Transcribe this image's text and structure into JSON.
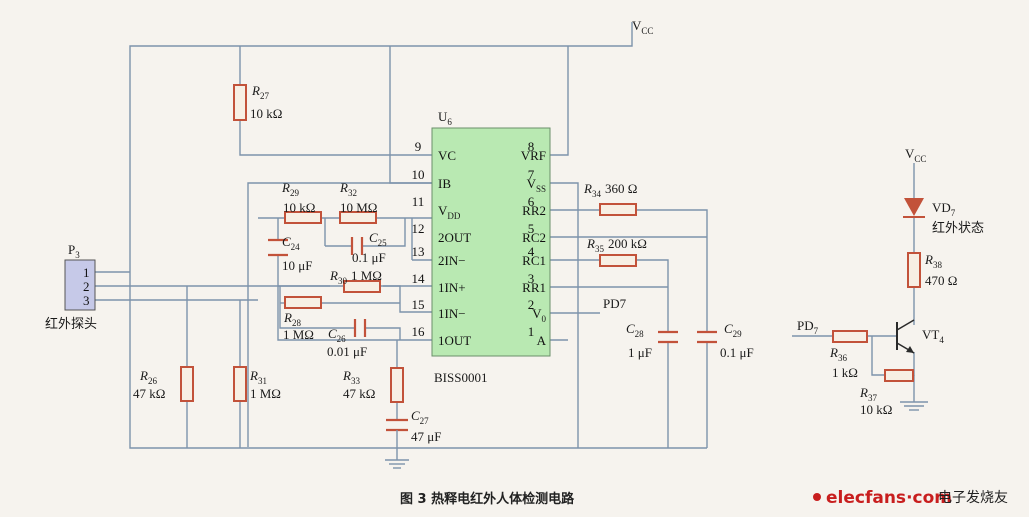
{
  "figure_caption": "图 3   热释电红外人体检测电路",
  "watermark": {
    "brand": "elecfans",
    "dot": "·",
    "com": "com",
    "chinese": "电子发烧友"
  },
  "power": {
    "vcc_main": "V",
    "vcc_sub": "CC",
    "vcc_right": "V",
    "vcc_right_sub": "CC"
  },
  "ic": {
    "designator": "U",
    "designator_sub": "6",
    "part": "BISS0001",
    "left_pins": [
      {
        "num": "9",
        "name": "VC",
        "sub": ""
      },
      {
        "num": "10",
        "name": "IB",
        "sub": ""
      },
      {
        "num": "11",
        "name": "V",
        "sub": "DD"
      },
      {
        "num": "12",
        "name": "2OUT",
        "sub": ""
      },
      {
        "num": "13",
        "name": "2IN−",
        "sub": ""
      },
      {
        "num": "14",
        "name": "1IN+",
        "sub": ""
      },
      {
        "num": "15",
        "name": "1IN−",
        "sub": ""
      },
      {
        "num": "16",
        "name": "1OUT",
        "sub": ""
      }
    ],
    "right_pins": [
      {
        "num": "8",
        "name": "VRF",
        "sub": ""
      },
      {
        "num": "7",
        "name": "V",
        "sub": "SS"
      },
      {
        "num": "6",
        "name": "RR2",
        "sub": ""
      },
      {
        "num": "5",
        "name": "RC2",
        "sub": ""
      },
      {
        "num": "4",
        "name": "RC1",
        "sub": ""
      },
      {
        "num": "3",
        "name": "RR1",
        "sub": ""
      },
      {
        "num": "2",
        "name": "V",
        "sub": "0"
      },
      {
        "num": "1",
        "name": "A",
        "sub": ""
      }
    ]
  },
  "probe": {
    "designator": "P",
    "designator_sub": "3",
    "pins": [
      "1",
      "2",
      "3"
    ],
    "label": "红外探头"
  },
  "components": {
    "R27": {
      "d": "R",
      "sub": "27",
      "val": "10 kΩ"
    },
    "R29": {
      "d": "R",
      "sub": "29",
      "val": "10 kΩ"
    },
    "R32": {
      "d": "R",
      "sub": "32",
      "val": "10 MΩ"
    },
    "C24": {
      "d": "C",
      "sub": "24",
      "val": "10 μF"
    },
    "C25": {
      "d": "C",
      "sub": "25",
      "val": "0.1 μF"
    },
    "R30": {
      "d": "R",
      "sub": "30",
      "val": "1 MΩ"
    },
    "R28": {
      "d": "R",
      "sub": "28",
      "val": "1 MΩ"
    },
    "C26": {
      "d": "C",
      "sub": "26",
      "val": "0.01 μF"
    },
    "R26": {
      "d": "R",
      "sub": "26",
      "val": "47 kΩ"
    },
    "R31": {
      "d": "R",
      "sub": "31",
      "val": "1 MΩ"
    },
    "R33": {
      "d": "R",
      "sub": "33",
      "val": "47 kΩ"
    },
    "C27": {
      "d": "C",
      "sub": "27",
      "val": "47 μF"
    },
    "R34": {
      "d": "R",
      "sub": "34",
      "val": "360 Ω"
    },
    "R35": {
      "d": "R",
      "sub": "35",
      "val": "200 kΩ"
    },
    "C28": {
      "d": "C",
      "sub": "28",
      "val": "1 μF"
    },
    "C29": {
      "d": "C",
      "sub": "29",
      "val": "0.1 μF"
    },
    "VD7": {
      "d": "VD",
      "sub": "7",
      "val": "红外状态"
    },
    "R38": {
      "d": "R",
      "sub": "38",
      "val": "470 Ω"
    },
    "R36": {
      "d": "R",
      "sub": "36",
      "val": "1 kΩ"
    },
    "R37": {
      "d": "R",
      "sub": "37",
      "val": "10 kΩ"
    },
    "VT4": {
      "d": "VT",
      "sub": "4",
      "val": ""
    }
  },
  "nets": {
    "pd7_out": "PD7",
    "pd7_in": "PD",
    "pd7_in_sub": "7"
  },
  "colors": {
    "wire": "#7d93ab",
    "component": "#c2523a",
    "ic_fill": "#b9e9b2",
    "probe_fill": "#c6c9e8",
    "watermark": "#c81e1e"
  }
}
